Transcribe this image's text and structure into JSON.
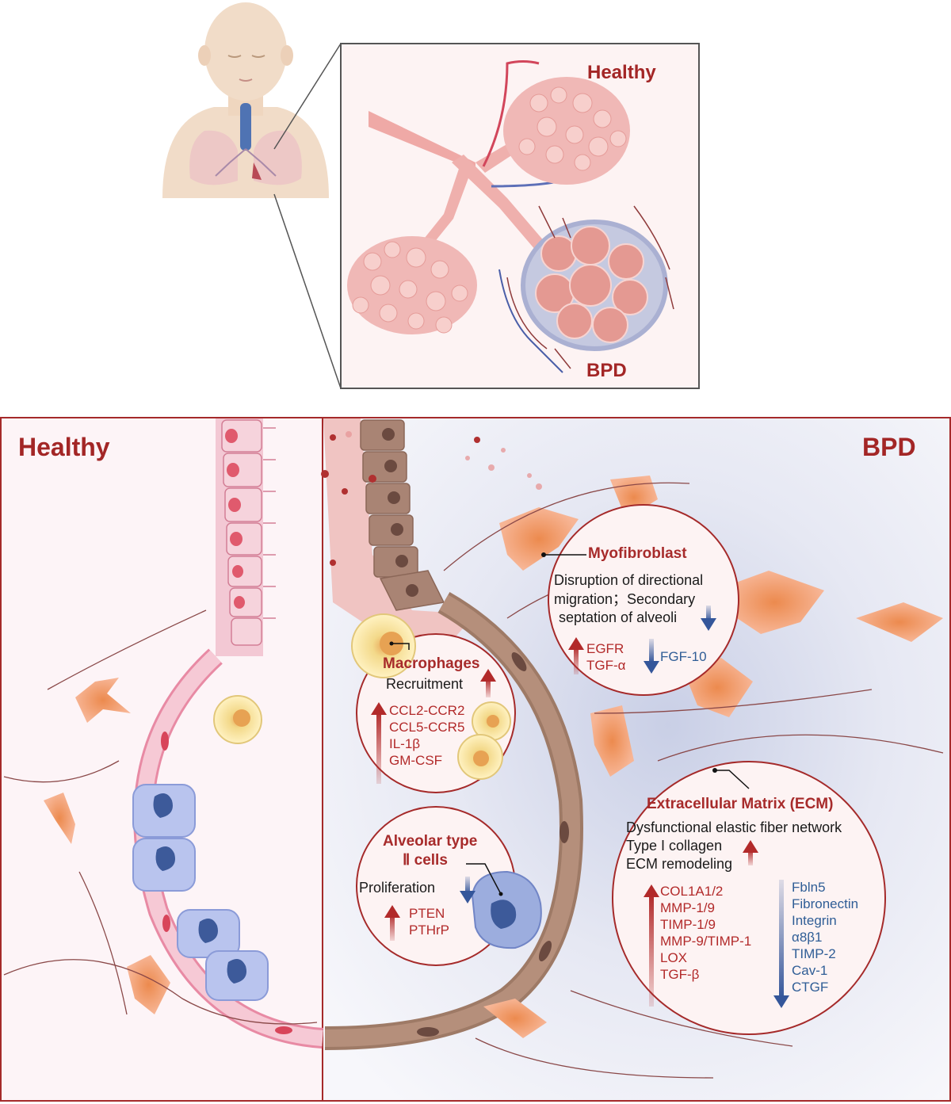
{
  "top_panel": {
    "healthy_label": "Healthy",
    "bpd_label": "BPD"
  },
  "bottom_panel": {
    "healthy_label": "Healthy",
    "bpd_label": "BPD"
  },
  "macrophages": {
    "title": "Macrophages",
    "recruitment": "Recruitment",
    "up_list": [
      "CCL2-CCR2",
      "CCL5-CCR5",
      "IL-1β",
      "GM-CSF"
    ]
  },
  "at2": {
    "title_line1": "Alveolar type",
    "title_line2": "Ⅱ cells",
    "proliferation": "Proliferation",
    "up_list": [
      "PTEN",
      "PTHrP"
    ]
  },
  "myofibroblast": {
    "title": "Myofibroblast",
    "desc_line1": "Disruption of directional",
    "desc_line2": "migration；Secondary",
    "desc_line3": "septation of alveoli",
    "up_list": [
      "EGFR",
      "TGF-α"
    ],
    "down_list": [
      "FGF-10"
    ]
  },
  "ecm": {
    "title": "Extracellular Matrix (ECM)",
    "desc_line1": "Dysfunctional elastic fiber network",
    "desc_line2": "Type I collagen",
    "desc_line3": "ECM remodeling",
    "up_list": [
      "COL1A1/2",
      "MMP-1/9",
      "TIMP-1/9",
      "MMP-9/TIMP-1",
      "LOX",
      "TGF-β"
    ],
    "down_list": [
      "Fbln5",
      "Fibronectin",
      "Integrin",
      "α8β1",
      "TIMP-2",
      "Cav-1",
      "CTGF"
    ]
  },
  "colors": {
    "up_arrow": "#b22a2a",
    "down_arrow": "#34569a",
    "frame": "#a52a2a"
  }
}
